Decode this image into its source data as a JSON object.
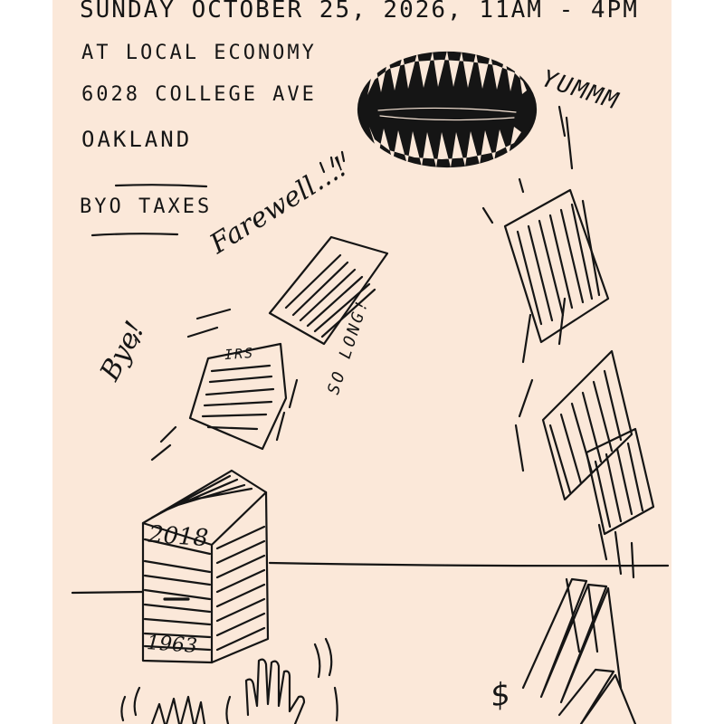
{
  "event": {
    "date_line": "SUNDAY OCTOBER 25, 2026, 11AM - 4PM",
    "venue": "AT LOCAL ECONOMY",
    "address": "6028 COLLEGE AVE",
    "city": "OAKLAND",
    "byo": "BYO TAXES"
  },
  "drawing": {
    "farewell": "Farewell...!",
    "bye": "Bye!",
    "so_long": "SO LONG!",
    "yum": "YUMMM",
    "irs_label": "IRS",
    "box_year_top": "2018",
    "box_year_bottom": "1963",
    "dollar_sign": "$"
  },
  "colors": {
    "paper": "#fbe8d9",
    "ink": "#151515",
    "margin": "#ffffff"
  }
}
